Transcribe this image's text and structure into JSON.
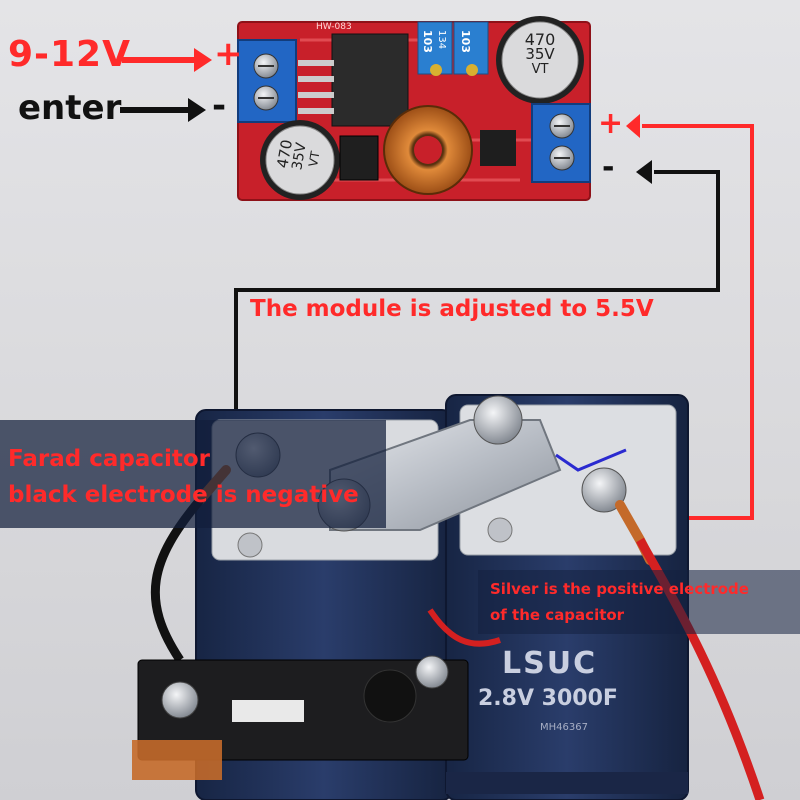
{
  "input": {
    "voltage_label": "9-12V",
    "enter_label": "enter",
    "plus": "+",
    "minus": "-"
  },
  "output": {
    "plus": "+",
    "minus": "-"
  },
  "module": {
    "board_code": "HW-083",
    "pot1": "103",
    "pot2": "103",
    "pot_sub": "134",
    "cap_top_value": "470",
    "cap_top_voltage": "35V",
    "cap_top_series": "VT",
    "cap_bot_value": "470",
    "cap_bot_voltage": "35V",
    "cap_bot_series": "VT",
    "note": "The module is adjusted to 5.5V"
  },
  "capacitor": {
    "negative_line1": "Farad capacitor",
    "negative_line2": "black electrode is negative",
    "positive_line1": "Silver is the positive electrode",
    "positive_line2": "of the capacitor",
    "brand": "LSUC",
    "rating": "2.8V 3000F",
    "cert": "MH46367"
  },
  "colors": {
    "accent_red": "#ff2a2a",
    "wire_black": "#111111",
    "board_red": "#c8202a",
    "cell_navy": "#1f2f56"
  }
}
